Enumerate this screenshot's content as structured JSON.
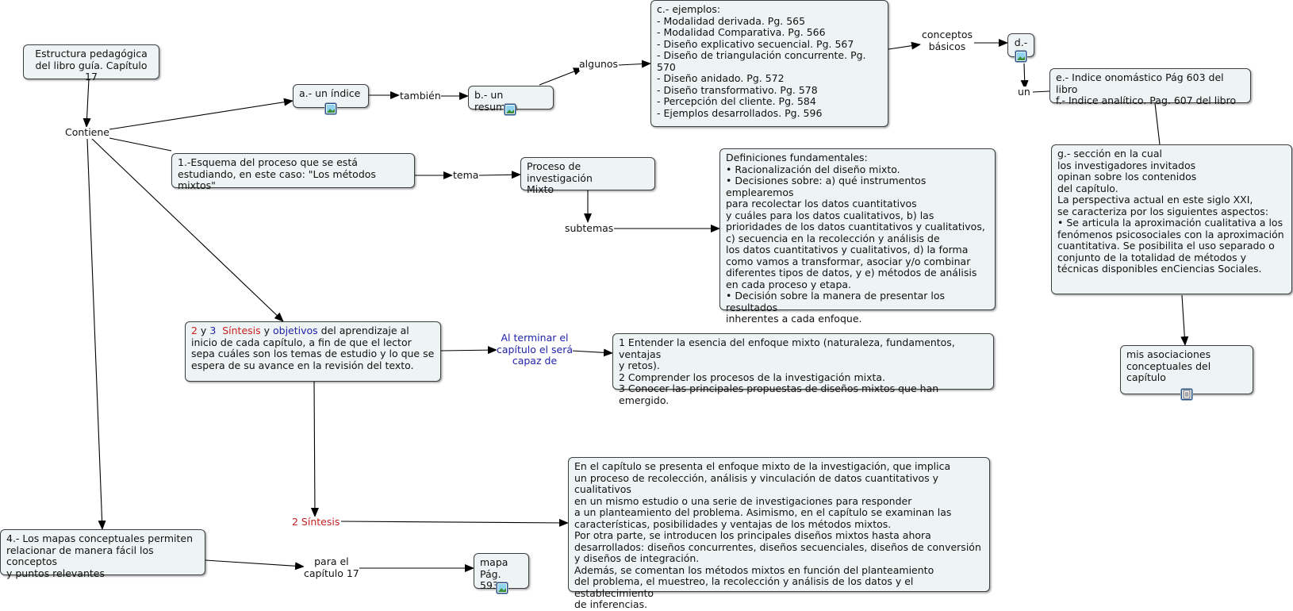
{
  "nodes": {
    "estructura": "Estructura pedagógica\ndel libro guía. Capítulo 17",
    "a_indice": "a.- un índice",
    "b_resumen": "b.- un resumen",
    "c_ejemplos": "c.- ejemplos:\n- Modalidad derivada. Pg. 565\n- Modalidad Comparativa. Pg. 566\n- Diseño explicativo secuencial. Pg. 567\n- Diseño de triangulación concurrente. Pg. 570\n- Diseño anidado. Pg. 572\n- Diseño transformativo. Pg. 578\n- Percepción del cliente. Pg. 584\n- Ejemplos desarrollados. Pg. 596",
    "d": "d.-",
    "e_f": "e.- Indice onomástico Pág 603 del libro\nf.- Indice analítico. Pag. 607 del libro",
    "g": "g.- sección en la cual\nlos investigadores invitados\nopinan sobre los contenidos\ndel capítulo.\nLa perspectiva actual en este siglo XXI,\nse caracteriza por los siguientes aspectos:\n• Se articula la aproximación cualitativa a los fenómenos psicosociales con la aproximación cuantitativa. Se posibilita el uso separado o conjunto de la totalidad de métodos y técnicas disponibles enCiencias Sociales.",
    "mis_asociaciones": "mis asociaciones\nconceptuales del capítulo",
    "esquema": "1.-Esquema del proceso que se está\nestudiando, en este caso: \"Los métodos mixtos\"",
    "proceso": "Proceso de investigación\nMixto",
    "definiciones": "Definiciones fundamentales:\n• Racionalización del diseño mixto.\n• Decisiones sobre: a) qué instrumentos emplearemos\npara recolectar los datos cuantitativos\ny cuáles para los datos cualitativos, b) las\nprioridades de los datos cuantitativos y cualitativos,\nc) secuencia en la recolección y análisis de\nlos datos cuantitativos y cualitativos, d) la forma\ncomo vamos a transformar, asociar y/o combinar\ndiferentes tipos de datos, y e) métodos de análisis\nen cada proceso y etapa.\n• Decisión sobre la manera de presentar los resultados\ninherentes a cada enfoque.",
    "sintesis_box": {
      "n2": "2",
      "y1": " y ",
      "n3": "3",
      "sintesis": "Síntesis",
      "y2": " y ",
      "objetivos": "objetivos",
      "rest": " del aprendizaje al inicio de cada capítulo, a fin de que el lector sepa cuáles son los temas de estudio y lo que se espera de su avance en la revisión del texto."
    },
    "objetivos_list": "1 Entender la esencia del enfoque mixto (naturaleza, fundamentos, ventajas\ny retos).\n2 Comprender los procesos de la investigación mixta.\n3 Conocer las principales propuestas de diseños mixtos que han emergido.",
    "resumen_capitulo": "En el capítulo se presenta el enfoque mixto de la investigación, que implica\nun proceso de recolección, análisis y vinculación de datos cuantitativos y cualitativos\nen un mismo estudio o una serie de investigaciones para responder\na un planteamiento del problema. Asimismo, en el capítulo se examinan las\ncaracterísticas, posibilidades y ventajas de los métodos mixtos.\nPor otra parte, se introducen los principales diseños mixtos hasta ahora\ndesarrollados: diseños concurrentes, diseños secuenciales, diseños de conversión\ny diseños de integración.\nAdemás, se comentan los métodos mixtos en función del planteamiento\ndel problema, el muestreo, la recolección y análisis de los datos y el establecimiento\nde inferencias.",
    "mapas": "4.- Los mapas conceptuales permiten\nrelacionar de manera fácil los conceptos\ny puntos relevantes",
    "mapa_pag": "mapa\nPág. 593"
  },
  "labels": {
    "contiene": "Contiene",
    "tambien": "también",
    "algunos": "algunos",
    "conceptos_basicos": "conceptos\nbásicos",
    "un": "un",
    "tema": "tema",
    "subtemas": "subtemas",
    "al_terminar": "Al terminar el\ncapítulo el será\ncapaz de",
    "dos_sintesis": "2 Síntesis",
    "para_el_capitulo": "para el\ncapítulo 17"
  },
  "colors": {
    "node_fill": "#eef3f4",
    "border": "#3b3f44",
    "blue_text": "#2222aa",
    "red_text": "#c62020"
  },
  "icons": [
    "image-icon",
    "document-icon"
  ]
}
